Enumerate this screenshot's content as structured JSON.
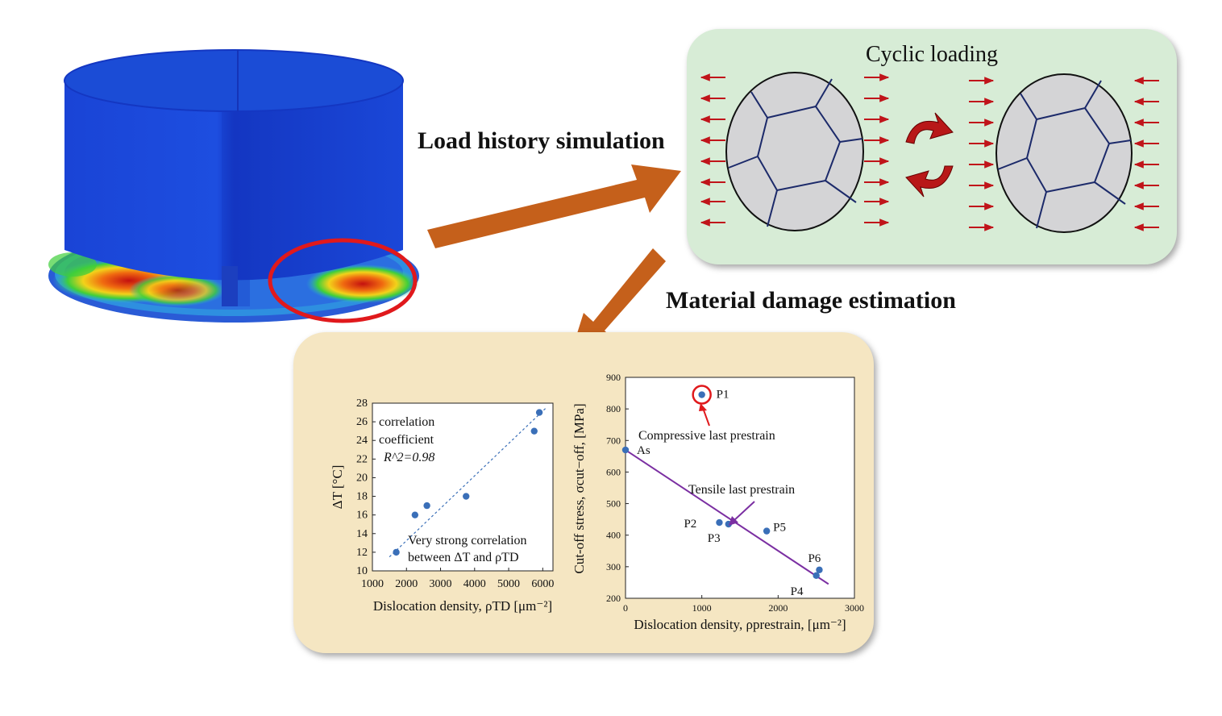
{
  "headings": {
    "load_history": "Load history simulation",
    "damage_estimation": "Material damage estimation"
  },
  "cyclic_panel": {
    "title": "Cyclic loading"
  },
  "colors": {
    "arrow": "#c5601b",
    "cylinder": "#1a44d6",
    "highlight": "#e0191c",
    "cyclic_bg": "#d7ecd6",
    "charts_bg": "#f5e6c2",
    "point": "#3a6fb8",
    "fit_line": "#7b2fa2",
    "force_arrow": "#c0141a"
  },
  "chart_data": [
    {
      "type": "scatter",
      "xlabel": "Dislocation density, ρTD [μm⁻²]",
      "ylabel": "ΔT [°C]",
      "x_ticks": [
        "1000",
        "2000",
        "3000",
        "4000",
        "5000",
        "6000"
      ],
      "y_ticks": [
        "10",
        "12",
        "14",
        "16",
        "18",
        "20",
        "22",
        "24",
        "26",
        "28"
      ],
      "xlim": [
        1000,
        6300
      ],
      "ylim": [
        10,
        28
      ],
      "points": [
        {
          "x": 1700,
          "y": 12
        },
        {
          "x": 2250,
          "y": 16
        },
        {
          "x": 2600,
          "y": 17
        },
        {
          "x": 3750,
          "y": 18
        },
        {
          "x": 5750,
          "y": 25
        },
        {
          "x": 5900,
          "y": 27
        }
      ],
      "trendline": {
        "style": "dashed",
        "x": [
          1500,
          6100
        ],
        "y": [
          11.5,
          27.5
        ]
      },
      "annotations": {
        "corr_line1": "correlation",
        "corr_line2": "coefficient",
        "corr_line3": "R^2=0.98",
        "strong_line1": "Very strong correlation",
        "strong_line2": "between ΔT and ρTD"
      },
      "grid": false
    },
    {
      "type": "scatter",
      "xlabel": "Dislocation density, ρprestrain, [μm⁻²]",
      "ylabel": "Cut-off stress, σcut−off, [MPa]",
      "x_ticks": [
        "0",
        "1000",
        "2000",
        "3000"
      ],
      "y_ticks": [
        "200",
        "300",
        "400",
        "500",
        "600",
        "700",
        "800",
        "900"
      ],
      "xlim": [
        0,
        3000
      ],
      "ylim": [
        200,
        900
      ],
      "points": [
        {
          "label": "As",
          "x": 0,
          "y": 670
        },
        {
          "label": "P1",
          "x": 1000,
          "y": 845
        },
        {
          "label": "P2",
          "x": 1230,
          "y": 440
        },
        {
          "label": "P3",
          "x": 1350,
          "y": 435
        },
        {
          "label": "P5",
          "x": 1850,
          "y": 413
        },
        {
          "label": "P6",
          "x": 2540,
          "y": 290
        },
        {
          "label": "P4",
          "x": 2500,
          "y": 272
        }
      ],
      "fit_line": {
        "x": [
          0,
          2660
        ],
        "y": [
          670,
          245
        ]
      },
      "annotations": {
        "compressive": "Compressive last prestrain",
        "tensile": "Tensile last prestrain"
      },
      "grid": false
    }
  ]
}
